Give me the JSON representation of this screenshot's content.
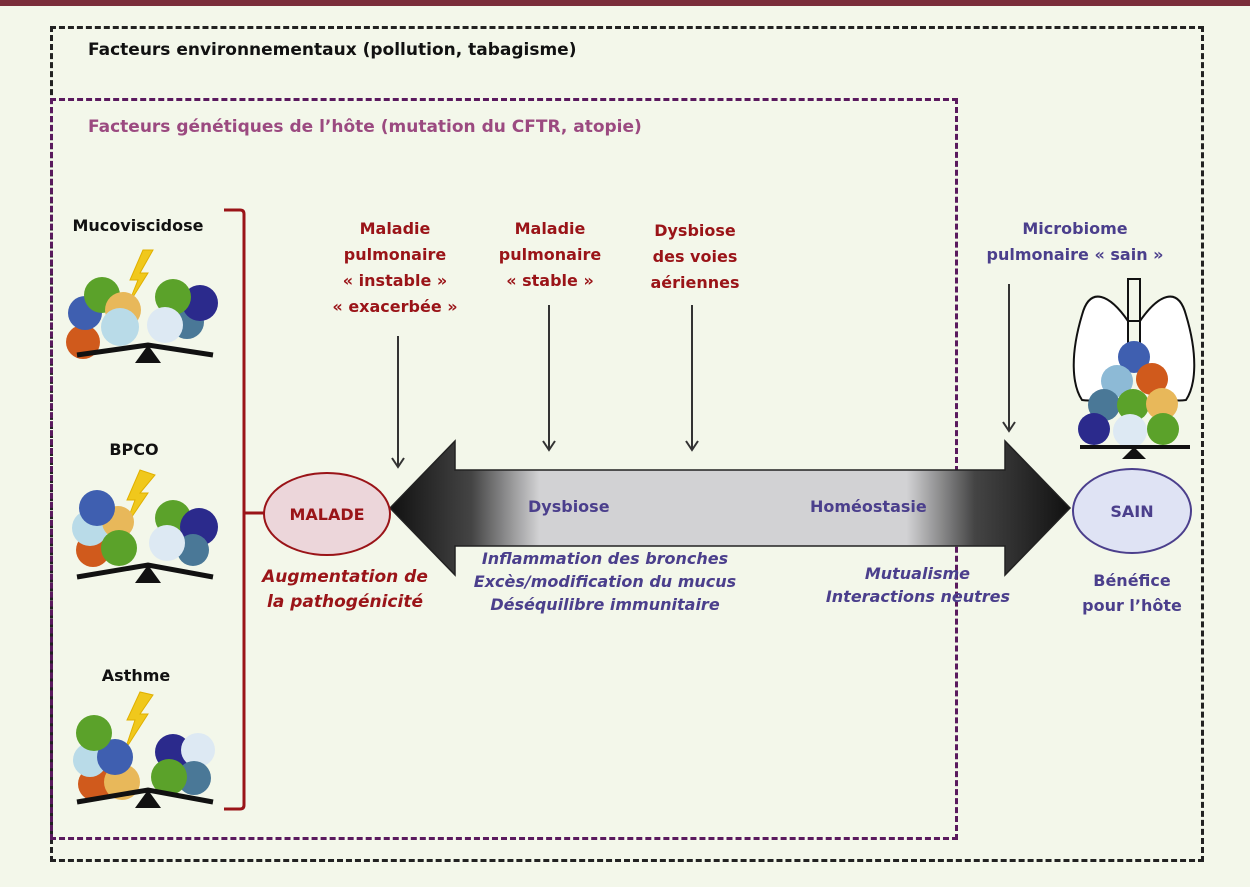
{
  "frame": {
    "environment_title": "Facteurs environnementaux (pollution, tabagisme)",
    "genetic_title": "Facteurs génétiques de l’hôte (mutation du CFTR, atopie)"
  },
  "diseases": [
    {
      "label": "Mucoviscidose"
    },
    {
      "label": "BPCO"
    },
    {
      "label": "Asthme"
    }
  ],
  "states": {
    "sick": {
      "label": "MALADE",
      "description_lines": [
        "Augmentation de",
        "la pathogénicité"
      ]
    },
    "healthy": {
      "label": "SAIN",
      "description_lines": [
        "Bénéfice",
        "pour l’hôte"
      ]
    }
  },
  "conditions": [
    {
      "lines": [
        "Maladie",
        "pulmonaire",
        "« instable »",
        "« exacerbée »"
      ]
    },
    {
      "lines": [
        "Maladie",
        "pulmonaire",
        "« stable »"
      ]
    },
    {
      "lines": [
        "Dysbiose",
        "des voies",
        "aériennes"
      ]
    }
  ],
  "healthy_microbiome": {
    "lines": [
      "Microbiome",
      "pulmonaire « sain »"
    ]
  },
  "arrow": {
    "left_label": "Dysbiose",
    "right_label": "Homéostasie",
    "left_effects": [
      "Inflammation des bronches",
      "Excès/modification du mucus",
      "Déséquilibre immunitaire"
    ],
    "right_effects": [
      "Mutualisme",
      "Interactions neutres"
    ]
  },
  "colors": {
    "sick_red": "#9a1418",
    "healthy_blue": "#4b3f8c",
    "genetic_purple": "#5a1a5e",
    "background": "#f3f7ea"
  }
}
